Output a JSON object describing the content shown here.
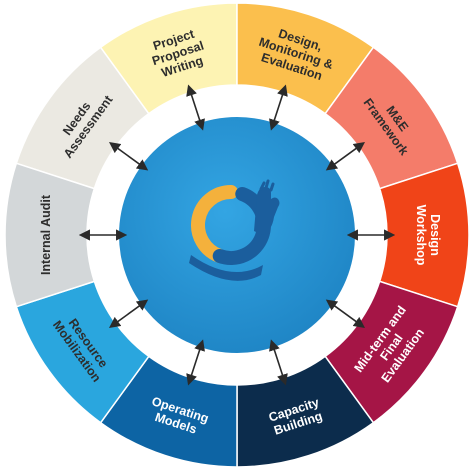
{
  "segments": [
    {
      "key": "needs-assessment",
      "lines": [
        "Needs",
        "Assessment"
      ],
      "color": "#ebe9e2",
      "text_color": "#2d2d2d"
    },
    {
      "key": "project-proposal-writing",
      "lines": [
        "Project",
        "Proposal",
        "Writing"
      ],
      "color": "#fdf3b3",
      "text_color": "#2d2d2d"
    },
    {
      "key": "design-monitoring-evaluation",
      "lines": [
        "Design,",
        "Monitoring &",
        "Evaluation"
      ],
      "color": "#fbbf4d",
      "text_color": "#2d2d2d"
    },
    {
      "key": "me-framework",
      "lines": [
        "M&E",
        "Framework"
      ],
      "color": "#f47c6a",
      "text_color": "#2d2d2d"
    },
    {
      "key": "design-workshop",
      "lines": [
        "Design",
        "Workshop"
      ],
      "color": "#f04418",
      "text_color": "#ffffff"
    },
    {
      "key": "midterm-final-evaluation",
      "lines": [
        "Mid-term and",
        "Final",
        "Evaluation"
      ],
      "color": "#a51546",
      "text_color": "#ffffff"
    },
    {
      "key": "capacity-building",
      "lines": [
        "Capacity",
        "Building"
      ],
      "color": "#0c2c4c",
      "text_color": "#ffffff"
    },
    {
      "key": "operating-models",
      "lines": [
        "Operating",
        "Models"
      ],
      "color": "#0d64a4",
      "text_color": "#ffffff"
    },
    {
      "key": "resource-mobilization",
      "lines": [
        "Resource",
        "Mobilization"
      ],
      "color": "#2aa6de",
      "text_color": "#2d2d2d"
    },
    {
      "key": "internal-audit",
      "lines": [
        "Internal Audit"
      ],
      "color": "#d3d7d9",
      "text_color": "#2d2d2d"
    }
  ],
  "colors": {
    "hub_blue": "#33a5e3",
    "hub_shadow": "#1e84c4",
    "ring_white": "#ffffff",
    "arrow": "#2a2a2a",
    "logo_yellow": "#f4b13c",
    "logo_navy": "#1b5e9d"
  },
  "icons": {
    "center_logo": "circular-hand-logo-icon"
  }
}
